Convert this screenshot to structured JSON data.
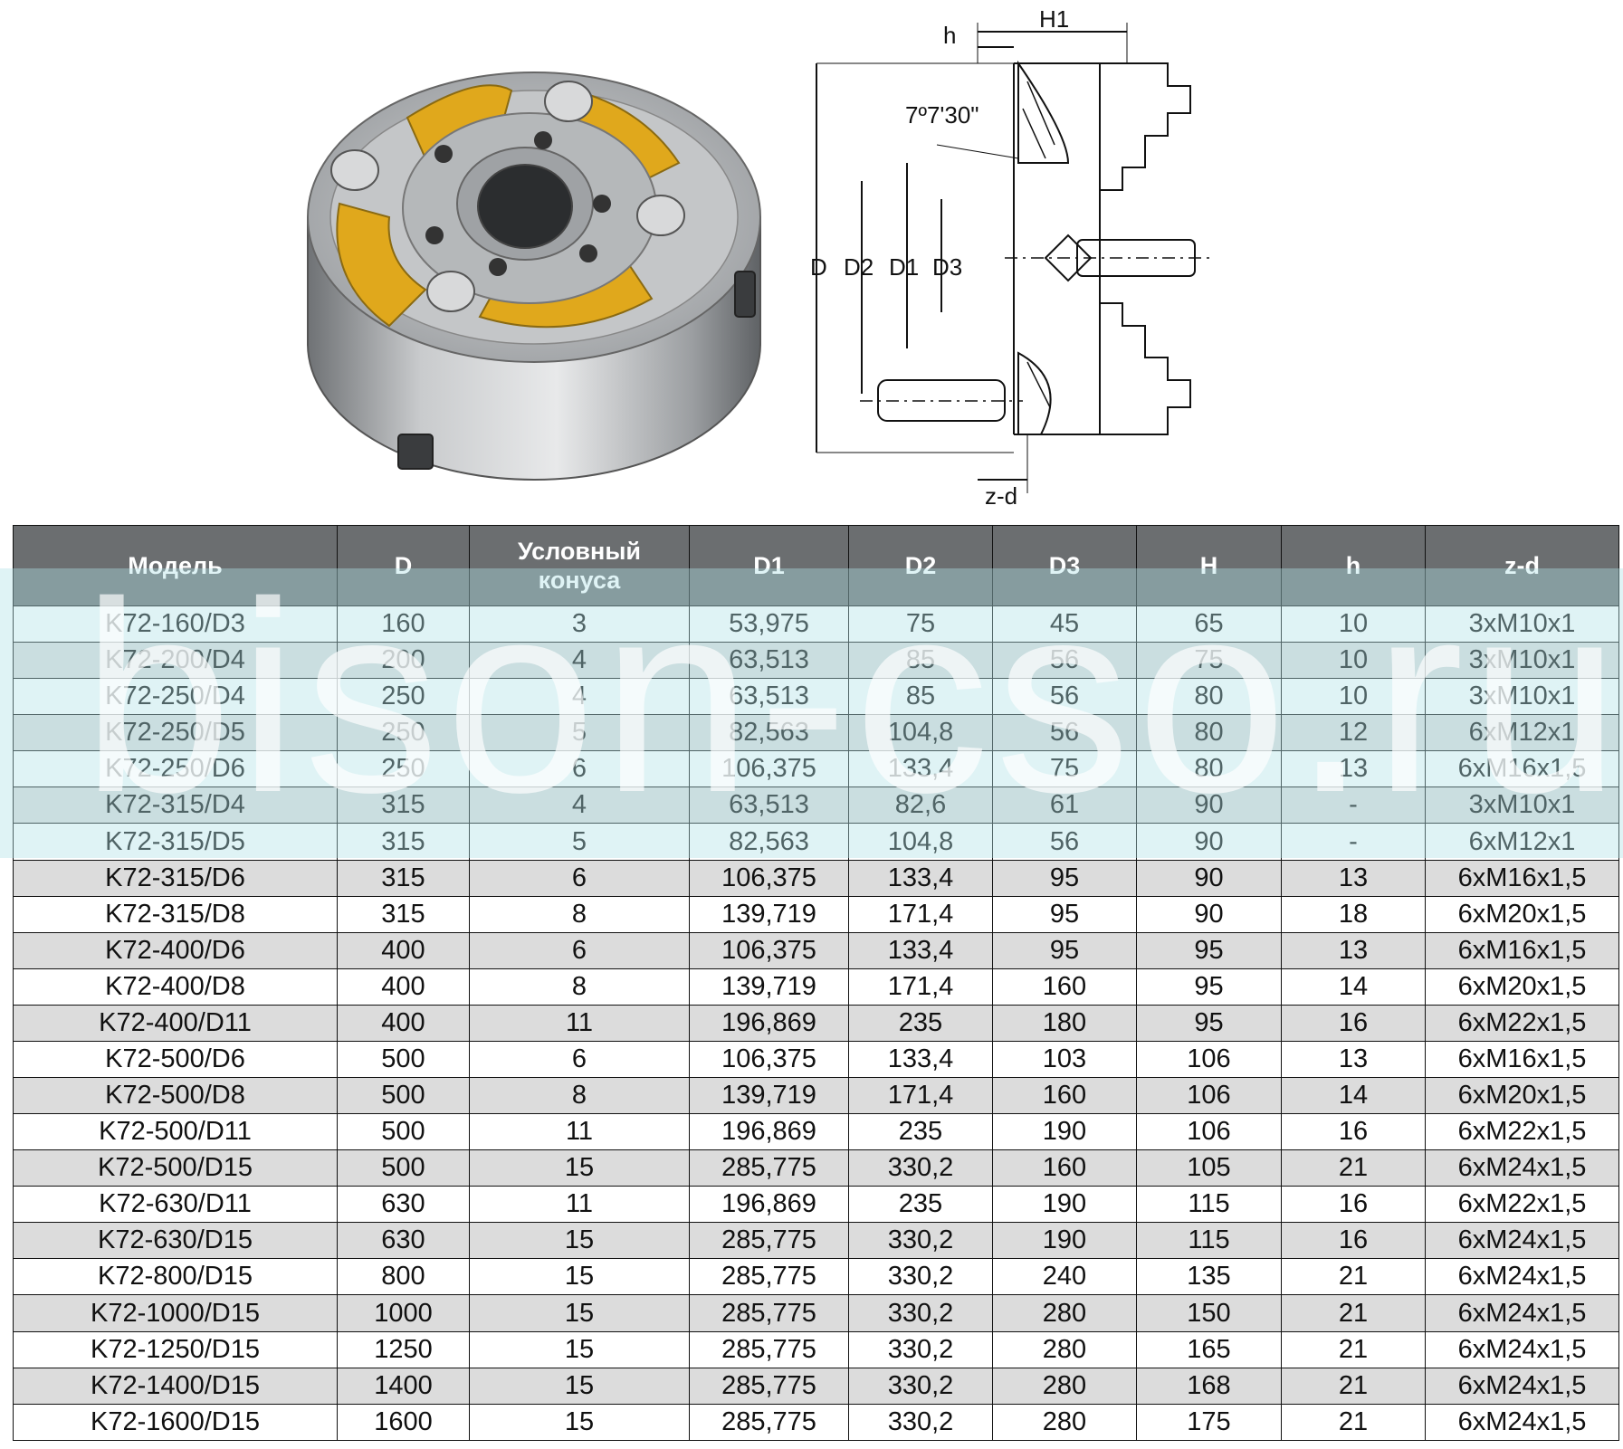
{
  "drawing": {
    "labels": {
      "h": "h",
      "H1": "H1",
      "angle": "7º7'30\"",
      "D": "D",
      "D2": "D2",
      "D1": "D1",
      "D3": "D3",
      "zd": "z-d"
    }
  },
  "table": {
    "headers": {
      "model": "Модель",
      "D": "D",
      "cone_line1": "Условный",
      "cone_line2": "конуса",
      "D1": "D1",
      "D2": "D2",
      "D3": "D3",
      "H": "H",
      "h": "h",
      "zd": "z-d"
    },
    "rows": [
      [
        "K72-160/D3",
        "160",
        "3",
        "53,975",
        "75",
        "45",
        "65",
        "10",
        "3xM10x1"
      ],
      [
        "K72-200/D4",
        "200",
        "4",
        "63,513",
        "85",
        "56",
        "75",
        "10",
        "3xM10x1"
      ],
      [
        "K72-250/D4",
        "250",
        "4",
        "63,513",
        "85",
        "56",
        "80",
        "10",
        "3xM10x1"
      ],
      [
        "K72-250/D5",
        "250",
        "5",
        "82,563",
        "104,8",
        "56",
        "80",
        "12",
        "6xM12x1"
      ],
      [
        "K72-250/D6",
        "250",
        "6",
        "106,375",
        "133,4",
        "75",
        "80",
        "13",
        "6xM16x1,5"
      ],
      [
        "K72-315/D4",
        "315",
        "4",
        "63,513",
        "82,6",
        "61",
        "90",
        "-",
        "3xM10x1"
      ],
      [
        "K72-315/D5",
        "315",
        "5",
        "82,563",
        "104,8",
        "56",
        "90",
        "-",
        "6xM12x1"
      ],
      [
        "K72-315/D6",
        "315",
        "6",
        "106,375",
        "133,4",
        "95",
        "90",
        "13",
        "6xM16x1,5"
      ],
      [
        "K72-315/D8",
        "315",
        "8",
        "139,719",
        "171,4",
        "95",
        "90",
        "18",
        "6xM20x1,5"
      ],
      [
        "K72-400/D6",
        "400",
        "6",
        "106,375",
        "133,4",
        "95",
        "95",
        "13",
        "6xM16x1,5"
      ],
      [
        "K72-400/D8",
        "400",
        "8",
        "139,719",
        "171,4",
        "160",
        "95",
        "14",
        "6xM20x1,5"
      ],
      [
        "K72-400/D11",
        "400",
        "11",
        "196,869",
        "235",
        "180",
        "95",
        "16",
        "6xM22x1,5"
      ],
      [
        "K72-500/D6",
        "500",
        "6",
        "106,375",
        "133,4",
        "103",
        "106",
        "13",
        "6xM16x1,5"
      ],
      [
        "K72-500/D8",
        "500",
        "8",
        "139,719",
        "171,4",
        "160",
        "106",
        "14",
        "6xM20x1,5"
      ],
      [
        "K72-500/D11",
        "500",
        "11",
        "196,869",
        "235",
        "190",
        "106",
        "16",
        "6xM22x1,5"
      ],
      [
        "K72-500/D15",
        "500",
        "15",
        "285,775",
        "330,2",
        "160",
        "105",
        "21",
        "6xM24x1,5"
      ],
      [
        "K72-630/D11",
        "630",
        "11",
        "196,869",
        "235",
        "190",
        "115",
        "16",
        "6xM22x1,5"
      ],
      [
        "K72-630/D15",
        "630",
        "15",
        "285,775",
        "330,2",
        "190",
        "115",
        "16",
        "6xM24x1,5"
      ],
      [
        "K72-800/D15",
        "800",
        "15",
        "285,775",
        "330,2",
        "240",
        "135",
        "21",
        "6xM24x1,5"
      ],
      [
        "K72-1000/D15",
        "1000",
        "15",
        "285,775",
        "330,2",
        "280",
        "150",
        "21",
        "6xM24x1,5"
      ],
      [
        "K72-1250/D15",
        "1250",
        "15",
        "285,775",
        "330,2",
        "280",
        "165",
        "21",
        "6xM24x1,5"
      ],
      [
        "K72-1400/D15",
        "1400",
        "15",
        "285,775",
        "330,2",
        "280",
        "168",
        "21",
        "6xM24x1,5"
      ],
      [
        "K72-1600/D15",
        "1600",
        "15",
        "285,775",
        "330,2",
        "280",
        "175",
        "21",
        "6xM24x1,5"
      ]
    ]
  },
  "watermark": {
    "text": "bison-cso.ru"
  },
  "colors": {
    "header_bg": "#6b6e70",
    "header_text": "#ffffff",
    "row_alt": "#dcdcdc",
    "watermark_band": "#afe1e6",
    "jaw_yellow": "#e0a81c"
  }
}
